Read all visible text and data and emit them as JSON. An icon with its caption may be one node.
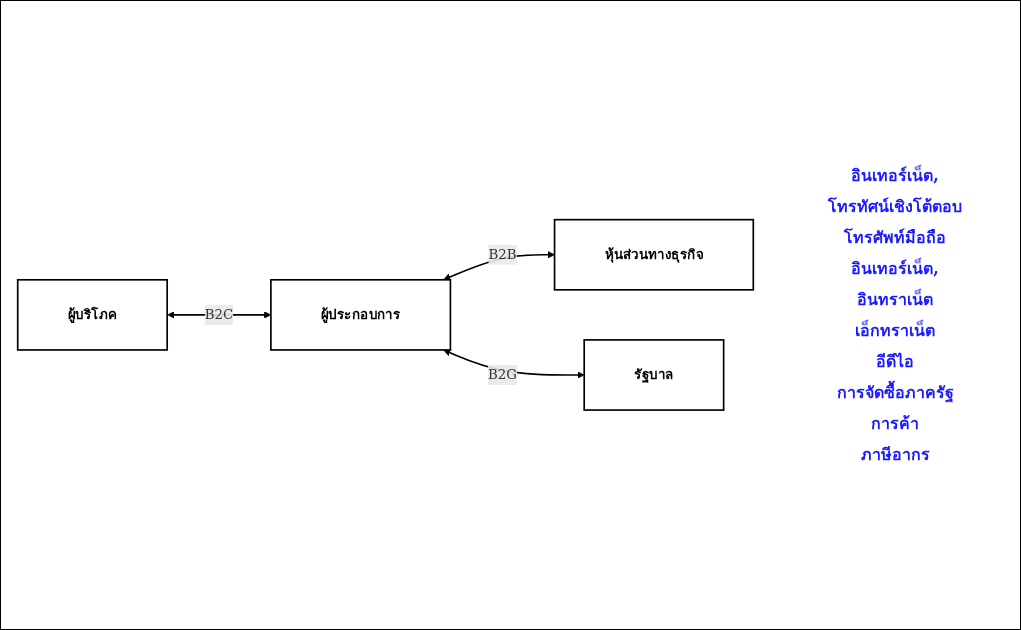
{
  "diagram": {
    "nodes": [
      {
        "text": [
          "ผู้บริโภค"
        ]
      },
      {
        "text": [
          "ผู้ประกอบการ"
        ]
      },
      {
        "text": [
          "หุ้นส่วนทางธุรกิจ"
        ]
      },
      {
        "text": [
          "รัฐบาล"
        ]
      }
    ],
    "edges": [
      {
        "from": 0,
        "to": 1,
        "arrow": "both",
        "label": "B2C"
      },
      {
        "from": 1,
        "to": 2,
        "arrow": "both",
        "label": "B2B"
      },
      {
        "from": 1,
        "to": 3,
        "arrow": "both",
        "label": "B2G"
      }
    ],
    "labels": [
      "อินเทอร์เน็ต,",
      "โทรทัศน์เชิงโต้ตอบ",
      "โทรศัพท์มือถือ",
      "อินเทอร์เน็ต,",
      "อินทราเน็ต",
      "เอ็กทราเน็ต",
      "อีดีไอ",
      "การจัดซื้อภาครัฐ",
      "การค้า",
      "ภาษีอากร"
    ]
  }
}
